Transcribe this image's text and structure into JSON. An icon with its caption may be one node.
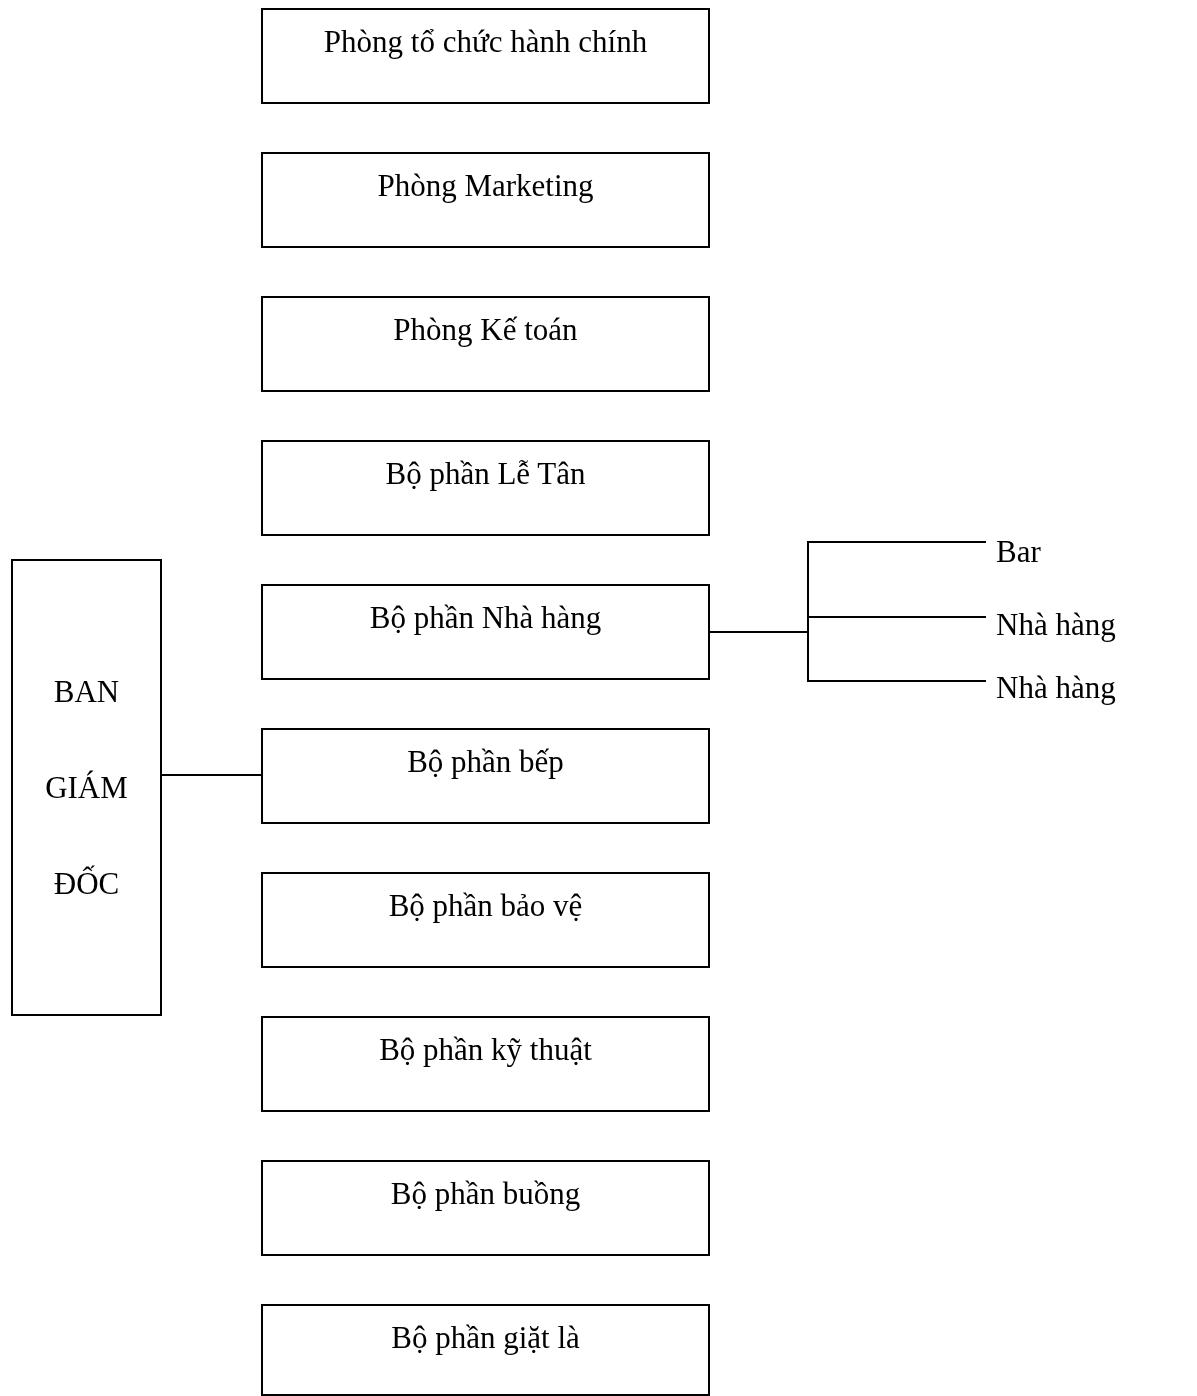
{
  "diagram": {
    "nodes": [
      {
        "text": [
          "Phòng tổ chức hành chính"
        ]
      },
      {
        "text": [
          "Phòng Marketing"
        ]
      },
      {
        "text": [
          "Phòng Kế toán"
        ]
      },
      {
        "text": [
          "Bộ phần Lễ Tân"
        ]
      },
      {
        "text": [
          "Bộ phần Nhà hàng"
        ]
      },
      {
        "text": [
          "Bộ phần bếp"
        ]
      },
      {
        "text": [
          "Bộ phần bảo vệ"
        ]
      },
      {
        "text": [
          "Bộ phần kỹ thuật"
        ]
      },
      {
        "text": [
          "Bộ phần buồng"
        ]
      },
      {
        "text": [
          "Bộ phần giặt là"
        ]
      },
      {
        "text": [
          "BAN GIÁM ĐỐC"
        ]
      },
      {
        "text": [
          "Bar"
        ]
      },
      {
        "text": [
          "Nhà hàng"
        ]
      },
      {
        "text": [
          "Nhà hàng"
        ]
      }
    ],
    "edges": [
      {
        "from": 10,
        "to": 5,
        "arrow": "none"
      },
      {
        "from": 4,
        "to": 11,
        "arrow": "none"
      },
      {
        "from": 4,
        "to": 12,
        "arrow": "none"
      },
      {
        "from": 4,
        "to": 13,
        "arrow": "none"
      }
    ]
  }
}
